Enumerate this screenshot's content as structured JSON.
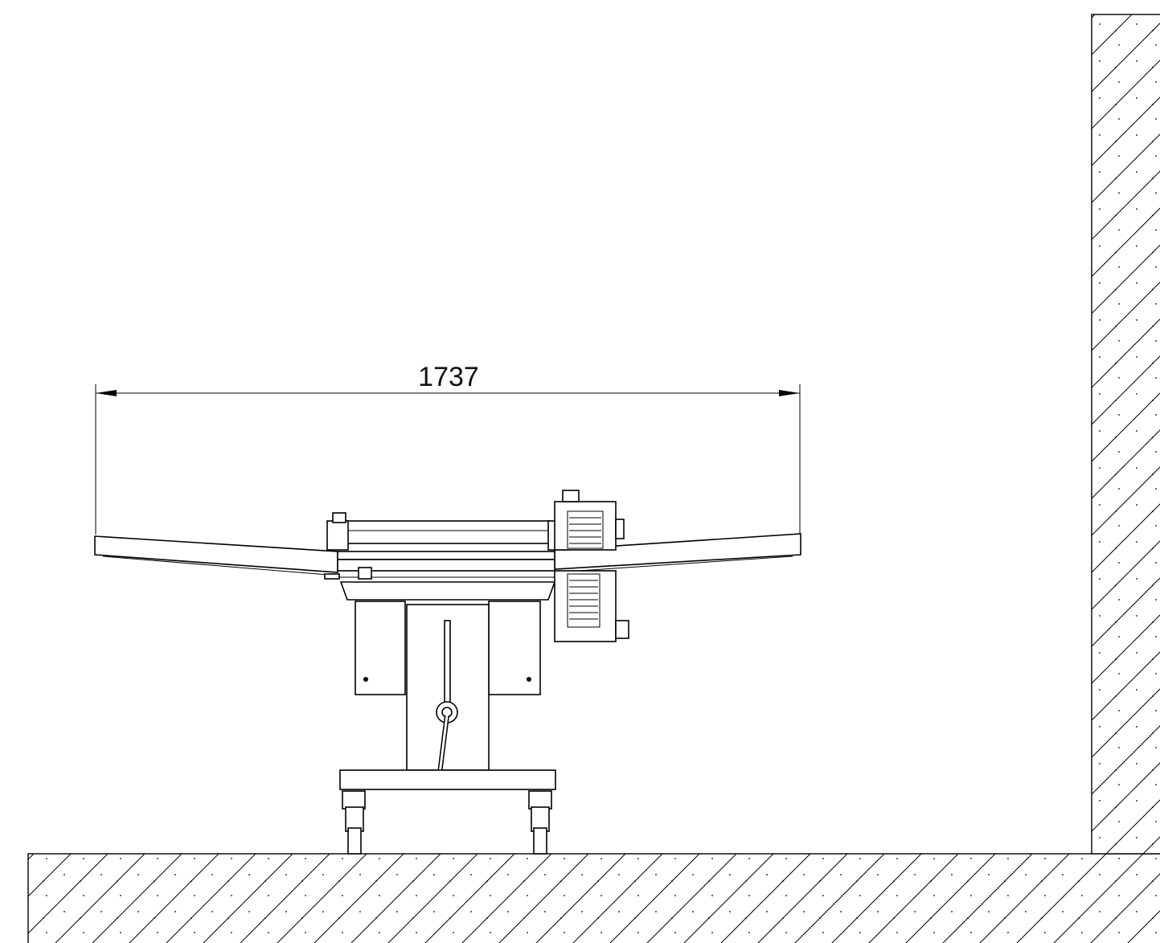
{
  "drawing": {
    "view": "front elevation",
    "dimensions": [
      {
        "value": "1737"
      }
    ],
    "hatch": {
      "floor": "diagonal-hatch-with-dots",
      "wall": "diagonal-hatch-with-dots"
    },
    "colors": {
      "line": "#000000",
      "background": "#ffffff"
    }
  }
}
